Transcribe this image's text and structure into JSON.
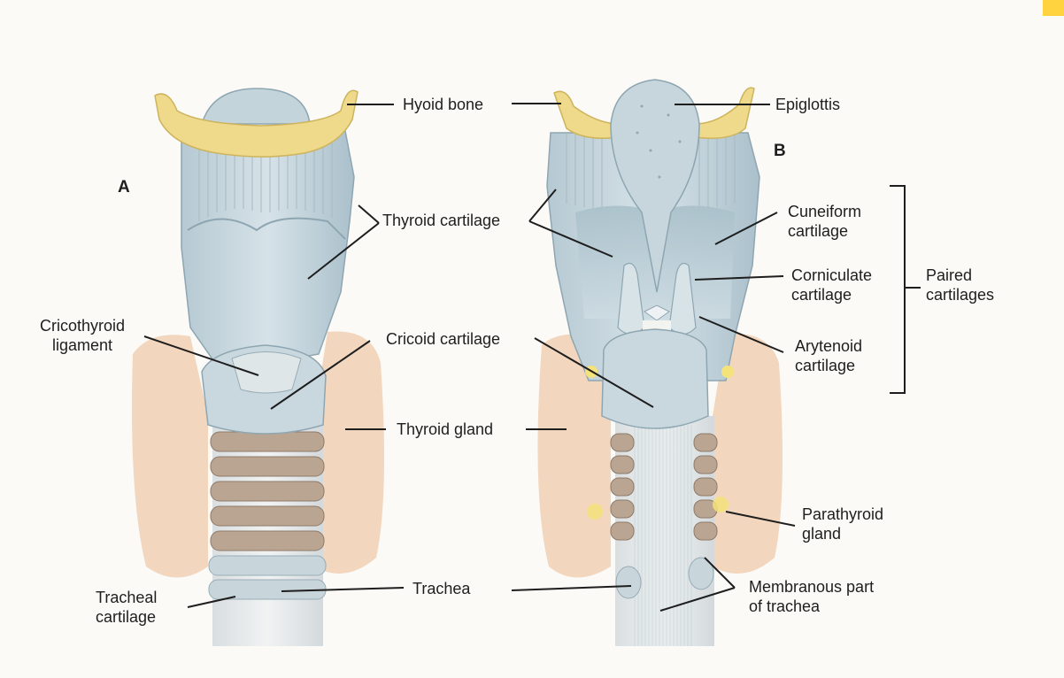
{
  "panels": {
    "a": "A",
    "b": "B"
  },
  "labels": {
    "hyoid_bone": "Hyoid bone",
    "epiglottis": "Epiglottis",
    "thyroid_cartilage": "Thyroid cartilage",
    "cuneiform_cartilage": [
      "Cuneiform",
      "cartilage"
    ],
    "corniculate_cartilage": [
      "Corniculate",
      "cartilage"
    ],
    "paired_cartilages": [
      "Paired",
      "cartilages"
    ],
    "arytenoid_cartilage": [
      "Arytenoid",
      "cartilage"
    ],
    "cricothyroid_ligament": [
      "Cricothyroid",
      "ligament"
    ],
    "cricoid_cartilage": "Cricoid cartilage",
    "thyroid_gland": "Thyroid gland",
    "parathyroid_gland": [
      "Parathyroid",
      "gland"
    ],
    "tracheal_cartilage": [
      "Tracheal",
      "cartilage"
    ],
    "trachea": "Trachea",
    "membranous_part_of_trachea": [
      "Membranous part",
      "of trachea"
    ]
  },
  "colors": {
    "cartilage": "#c9d8df",
    "cartilage_shadow": "#9fb6c2",
    "hyoid": "#efd98a",
    "thyroid_gland": "#f2d6bd",
    "trachea_ring": "#b09a86",
    "parathyroid": "#f4e27a",
    "accent": "#ffd23f"
  }
}
